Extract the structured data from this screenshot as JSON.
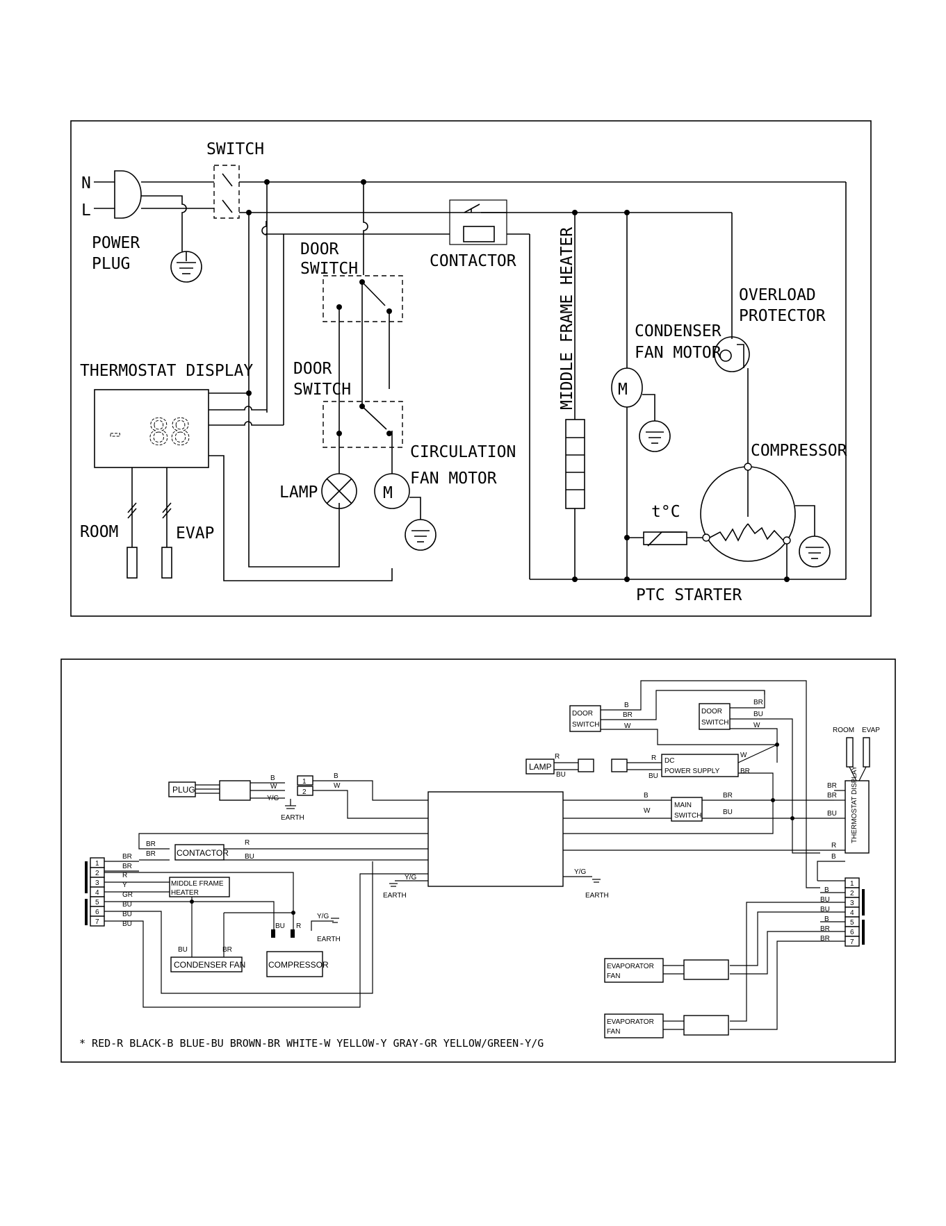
{
  "schematic": {
    "labels": {
      "switch": "SWITCH",
      "n": "N",
      "l": "L",
      "power_plug_1": "POWER",
      "power_plug_2": "PLUG",
      "door_switch_top_1": "DOOR",
      "door_switch_top_2": "SWITCH",
      "contactor": "CONTACTOR",
      "middle_frame_heater": "MIDDLE FRAME HEATER",
      "overload_1": "OVERLOAD",
      "overload_2": "PROTECTOR",
      "condenser_fan_1": "CONDENSER",
      "condenser_fan_2": "FAN MOTOR",
      "thermostat_display": "THERMOSTAT DISPLAY",
      "door_switch_bottom_1": "DOOR",
      "door_switch_bottom_2": "SWITCH",
      "display_digits": "- 88",
      "circulation_fan_1": "CIRCULATION",
      "circulation_fan_2": "FAN MOTOR",
      "lamp": "LAMP",
      "room": "ROOM",
      "evap": "EVAP",
      "compressor": "COMPRESSOR",
      "ptc_temp": "t°C",
      "ptc_starter": "PTC STARTER",
      "motor_letter": "M"
    }
  },
  "wiring": {
    "components": {
      "plug": "PLUG",
      "door_switch_a_1": "DOOR",
      "door_switch_a_2": "SWITCH",
      "door_switch_b_1": "DOOR",
      "door_switch_b_2": "SWITCH",
      "lamp": "LAMP",
      "power_supply_dc": "DC",
      "power_supply": "POWER SUPPLY",
      "main_switch_1": "MAIN",
      "main_switch_2": "SWITCH",
      "contactor": "CONTACTOR",
      "middle_frame_heater_1": "MIDDLE FRAME",
      "middle_frame_heater_2": "HEATER",
      "condenser_fan": "CONDENSER FAN",
      "compressor": "COMPRESSOR",
      "thermostat_display": "THERMOSTAT DISPLAY",
      "room": "ROOM",
      "evap": "EVAP",
      "evaporator_fan_1": "EVAPORATOR",
      "evaporator_fan_2": "FAN",
      "earth": "EARTH"
    },
    "wire_codes": {
      "b": "B",
      "w": "W",
      "r": "R",
      "bu": "BU",
      "br": "BR",
      "y": "Y",
      "gr": "GR",
      "yg": "Y/G"
    },
    "terminal_numbers": [
      "1",
      "2",
      "3",
      "4",
      "5",
      "6",
      "7"
    ],
    "legend": "* RED-R   BLACK-B   BLUE-BU   BROWN-BR   WHITE-W   YELLOW-Y   GRAY-GR   YELLOW/GREEN-Y/G"
  }
}
